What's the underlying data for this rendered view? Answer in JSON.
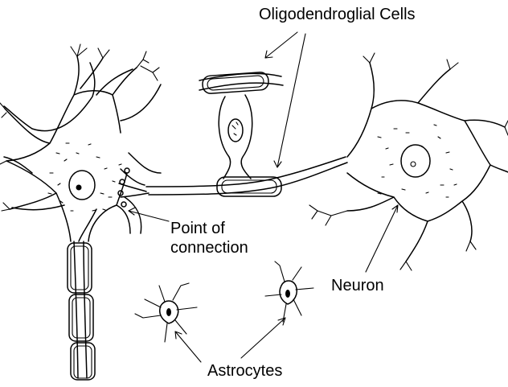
{
  "labels": {
    "oligodendroglial": "Oligodendroglial Cells",
    "point_line1": "Point of",
    "point_line2": "connection",
    "neuron": "Neuron",
    "astrocytes": "Astrocytes"
  }
}
